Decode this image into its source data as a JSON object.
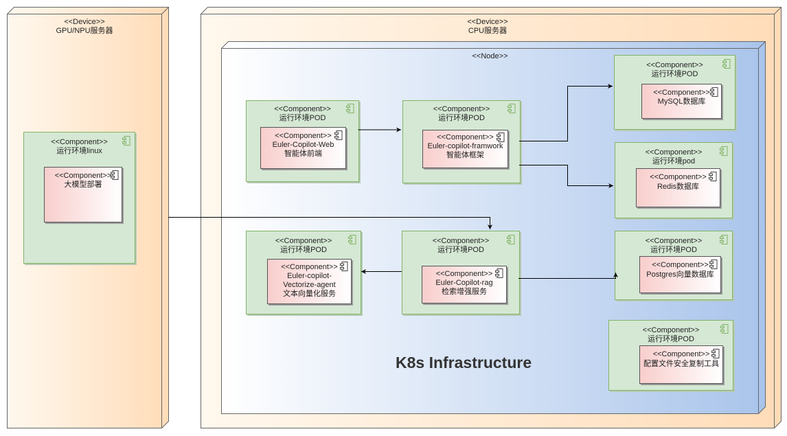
{
  "devices": {
    "gpu": {
      "stereotype": "<<Device>>",
      "name": "GPU/NPU服务器"
    },
    "cpu": {
      "stereotype": "<<Device>>",
      "name": "CPU服务器"
    }
  },
  "node": {
    "stereotype": "<<Node>>",
    "title": "K8s Infrastructure"
  },
  "components": {
    "linux": {
      "stereotype": "<<Component>>",
      "name": "运行环境linux",
      "inner": {
        "stereotype": "<<Component>>",
        "lines": [
          "大模型部署"
        ]
      }
    },
    "web": {
      "stereotype": "<<Component>>",
      "name": "运行环境POD",
      "inner": {
        "stereotype": "<<Component>>",
        "lines": [
          "Euler-Copilot-Web",
          "智能体前端"
        ]
      }
    },
    "framework": {
      "stereotype": "<<Component>>",
      "name": "运行环境POD",
      "inner": {
        "stereotype": "<<Component>>",
        "lines": [
          "Euler-copilot-framwork",
          "智能体框架"
        ]
      }
    },
    "mysql": {
      "stereotype": "<<Component>>",
      "name": "运行环境POD",
      "inner": {
        "stereotype": "<<Component>>",
        "lines": [
          "MySQL数据库"
        ]
      }
    },
    "redis": {
      "stereotype": "<<Component>>",
      "name": "运行环境pod",
      "inner": {
        "stereotype": "<<Component>>",
        "lines": [
          "Redis数据库"
        ]
      }
    },
    "vectorize": {
      "stereotype": "<<Component>>",
      "name": "运行环境POD",
      "inner": {
        "stereotype": "<<Component>>",
        "lines": [
          "Euler-copilot-",
          "Vectorize-agent",
          "文本向量化服务"
        ]
      }
    },
    "rag": {
      "stereotype": "<<Component>>",
      "name": "运行环境POD",
      "inner": {
        "stereotype": "<<Component>>",
        "lines": [
          "Euler-Copilot-rag",
          "检索增强服务"
        ]
      }
    },
    "postgres": {
      "stereotype": "<<Component>>",
      "name": "运行环境POD",
      "inner": {
        "stereotype": "<<Component>>",
        "lines": [
          "Postgres向量数据库"
        ]
      }
    },
    "config": {
      "stereotype": "<<Component>>",
      "name": "运行环境POD",
      "inner": {
        "stereotype": "<<Component>>",
        "lines": [
          "配置文件安全复制工具"
        ]
      }
    }
  },
  "colors": {
    "device_fill_start": "#fff8ee",
    "device_fill_end": "#ffdcb8",
    "node_fill_start": "#ffffff",
    "node_fill_end": "#a9c4eb",
    "component_fill": "#d5e8d4",
    "component_border": "#82b366",
    "inner_fill_start": "#f8cecc",
    "inner_fill_end": "#ffffff"
  },
  "icons": {
    "component": "component-icon"
  }
}
